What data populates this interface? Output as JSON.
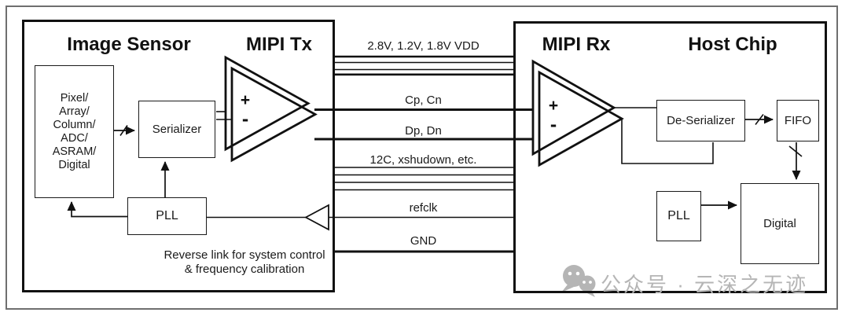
{
  "image_sensor": {
    "title": "Image Sensor",
    "mipi_tx_title": "MIPI Tx",
    "pixel_block": {
      "lines": [
        "Pixel/",
        "Array/",
        "Column/",
        "ADC/",
        "ASRAM/",
        "Digital"
      ]
    },
    "serializer_label": "Serializer",
    "pll_label": "PLL",
    "tx_amp": {
      "plus": "+",
      "minus": "-"
    },
    "note": {
      "line1": "Reverse link for system control",
      "line2": "& frequency calibration"
    }
  },
  "channel": {
    "vdd_label": "2.8V, 1.2V, 1.8V VDD",
    "clock_lane_label": "Cp, Cn",
    "data_lane_label": "Dp, Dn",
    "control_label": "12C, xshudown, etc.",
    "refclk_label": "refclk",
    "gnd_label": "GND"
  },
  "host_chip": {
    "mipi_rx_title": "MIPI Rx",
    "title": "Host Chip",
    "rx_amp": {
      "plus": "+",
      "minus": "-"
    },
    "deserializer_label": "De-Serializer",
    "fifo_label": "FIFO",
    "pll_label": "PLL",
    "digital_label": "Digital"
  },
  "watermark": {
    "icon": "wechat-icon",
    "text": "公众号 · 云深之无迹"
  },
  "colors": {
    "line": "#111111",
    "frame": "#6f6f6f",
    "watermark": "#b5b5b5"
  }
}
